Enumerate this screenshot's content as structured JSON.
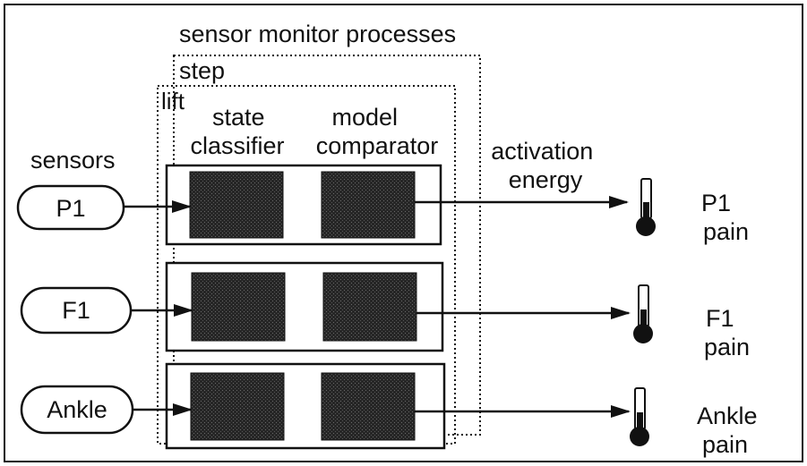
{
  "diagram": {
    "title": "sensor monitor processes",
    "layers": {
      "step": "step",
      "lift": "lift"
    },
    "column_headers": {
      "state": [
        "state",
        "classifier"
      ],
      "model": [
        "model",
        "comparator"
      ]
    },
    "sensors_label": "sensors",
    "activation_label": [
      "activation",
      "energy"
    ],
    "rows": [
      {
        "sensor": "P1",
        "pain": [
          "P1",
          "pain"
        ]
      },
      {
        "sensor": "F1",
        "pain": [
          "F1",
          "pain"
        ]
      },
      {
        "sensor": "Ankle",
        "pain": [
          "Ankle",
          "pain"
        ]
      }
    ]
  },
  "colors": {
    "ink": "#111111",
    "block_fill": "#2f2f2f",
    "background": "#ffffff"
  },
  "icons": {
    "thermometer": "thermometer-icon",
    "arrow": "arrow-right-icon"
  }
}
